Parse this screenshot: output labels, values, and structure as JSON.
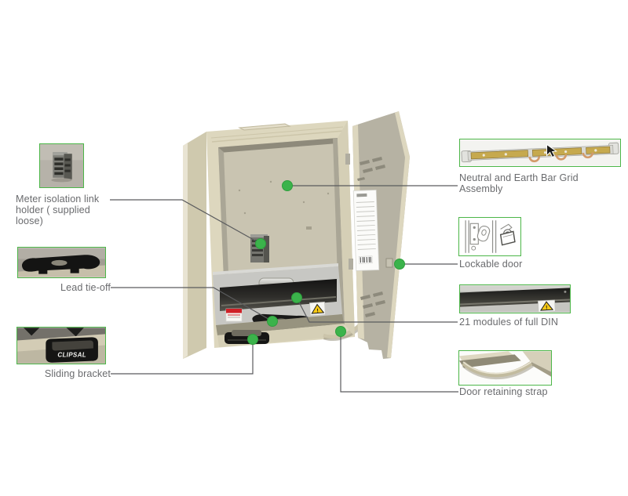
{
  "labels": {
    "meter_isolation": "Meter isolation link holder ( supplied loose)",
    "lead_tie_off": "Lead tie-off",
    "sliding_bracket": "Sliding bracket",
    "neutral_earth_bar": "Neutral and Earth Bar Grid Assembly",
    "lockable_door": "Lockable door",
    "din_modules": "21 modules of full DIN",
    "door_retaining_strap": "Door retaining strap"
  },
  "brand": {
    "bracket_logo": "CLIPSAL"
  },
  "icons": {
    "warning_triangle_glyph": "!",
    "callout_dot": "green-dot",
    "cursor": "pointer-arrow",
    "padlock": "padlock-outline",
    "keyhole_plate": "latch-plate-outline"
  },
  "colors": {
    "accent_green": "#3bb34b",
    "thumbnail_border": "#4cb648",
    "leader_line": "#5a5b5d",
    "label_text": "#6a6b6e",
    "cabinet_beige": "#ddd7be",
    "cabinet_side": "#cfc9ae",
    "door_inner": "#b6b2a3",
    "panel_grey": "#c7c7c3",
    "warning_yellow": "#f6c915",
    "warning_red": "#cf2027",
    "brass": "#c6a94e",
    "copper": "#d29a6a"
  }
}
